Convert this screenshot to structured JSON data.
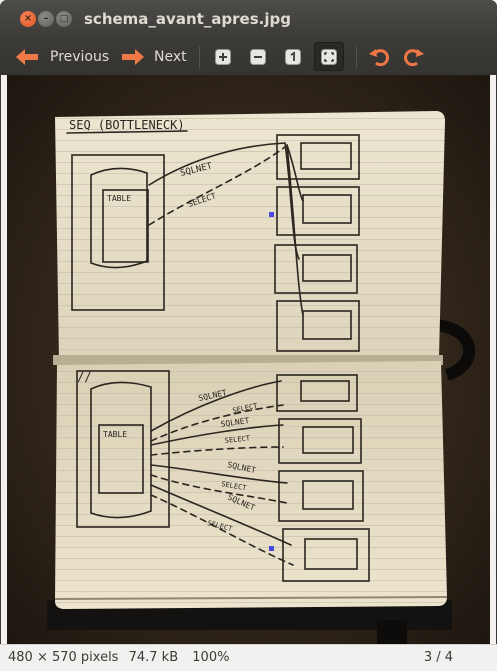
{
  "window": {
    "title": "schema_avant_apres.jpg",
    "close_glyph": "×",
    "minimize_glyph": "–",
    "maximize_glyph": "□"
  },
  "toolbar": {
    "previous_label": "Previous",
    "next_label": "Next",
    "icons": [
      "zoom-in-icon",
      "zoom-out-icon",
      "normal-size-icon",
      "best-fit-icon",
      "rotate-left-icon",
      "rotate-right-icon"
    ]
  },
  "photo": {
    "top_page": {
      "heading": "SEQ (BOTTLENECK)",
      "table_label": "TABLE",
      "arrow_labels": [
        "SQLNET",
        "SELECT"
      ]
    },
    "bottom_page": {
      "heading": "//",
      "table_label": "TABLE",
      "arrow_labels": [
        "SQLNET",
        "SELECT",
        "SQLNET",
        "SELECT",
        "SQLNET",
        "SELECT",
        "SQLNET",
        "SELECT"
      ]
    }
  },
  "status": {
    "dimensions": "480 × 570 pixels",
    "file_size": "74.7 kB",
    "zoom": "100%",
    "position": "3 / 4"
  },
  "colors": {
    "title_bg": "#3c3b37",
    "accent_orange": "#f07746",
    "paper": "#e9e1c9",
    "ink": "#2a2620"
  }
}
